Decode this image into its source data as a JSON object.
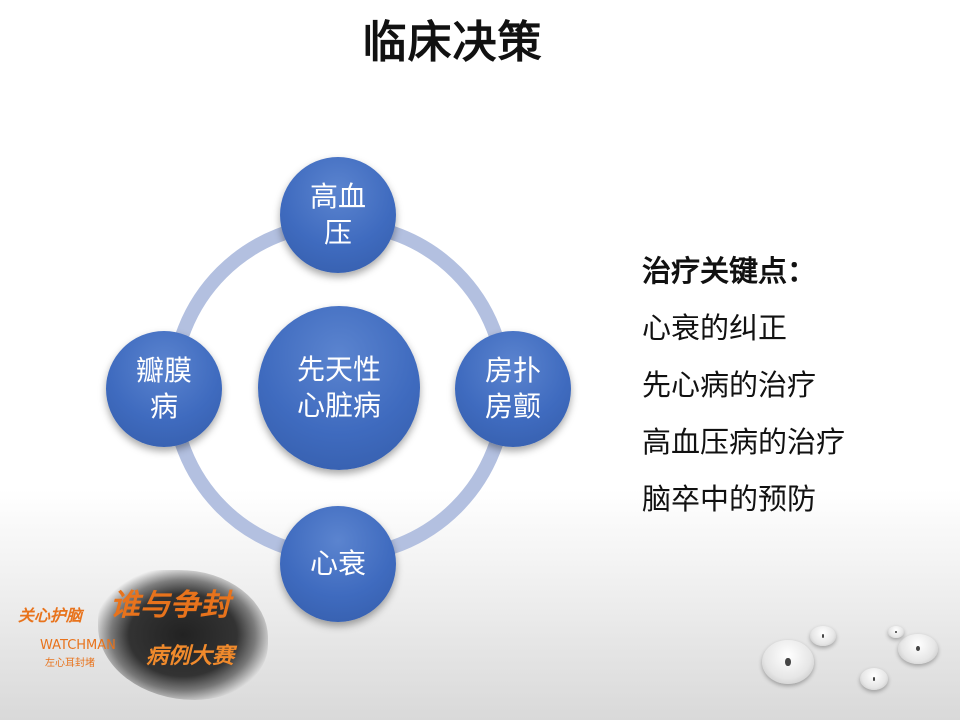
{
  "title": "临床决策",
  "diagram": {
    "center": "先天性\n心脏病",
    "top": "高血\n压",
    "left": "瓣膜\n病",
    "right": "房扑\n房颤",
    "bottom": "心衰"
  },
  "key_points": {
    "heading": "治疗关键点：",
    "items": [
      "心衰的纠正",
      "先心病的治疗",
      "高血压病的治疗",
      "脑卒中的预防"
    ]
  },
  "logo": {
    "text1": "关心护脑",
    "text2": "谁与争封",
    "text3": "WATCHMAN",
    "text4": "左心耳封堵",
    "text5": "病例大赛"
  },
  "colors": {
    "node_blue": "#3f6bbf",
    "ring": "#b3c0e0",
    "logo_orange": "#e8731c"
  }
}
